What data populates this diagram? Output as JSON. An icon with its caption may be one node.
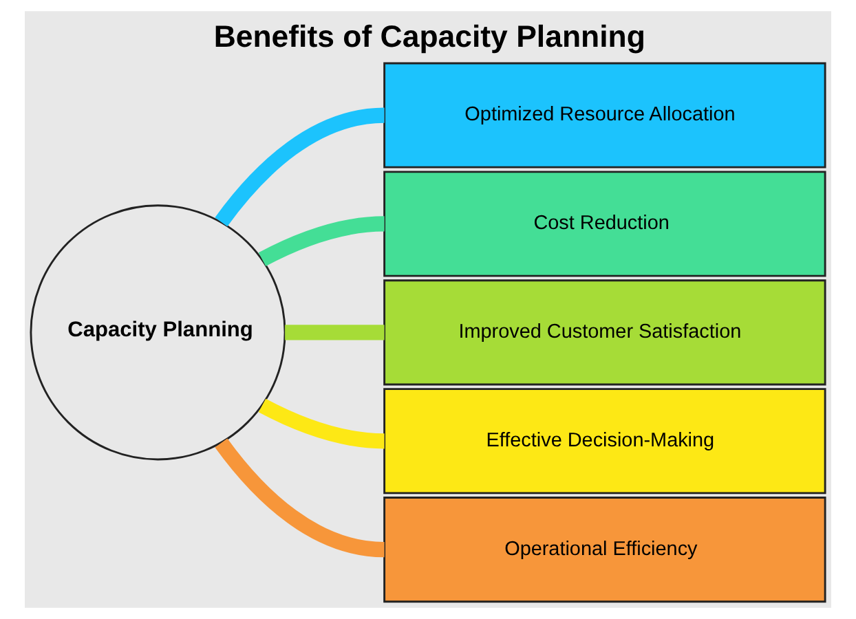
{
  "diagram": {
    "title": "Benefits of Capacity Planning",
    "nodes": [
      {
        "text": [
          "Capacity Planning"
        ]
      },
      {
        "text": [
          "Optimized Resource Allocation"
        ]
      },
      {
        "text": [
          "Cost Reduction"
        ]
      },
      {
        "text": [
          "Improved Customer Satisfaction"
        ]
      },
      {
        "text": [
          "Effective Decision-Making"
        ]
      },
      {
        "text": [
          "Operational Efficiency"
        ]
      }
    ],
    "edges": [
      {
        "from": 0,
        "to": 1,
        "arrow": "none",
        "color": "#1cc3fd"
      },
      {
        "from": 0,
        "to": 2,
        "arrow": "none",
        "color": "#44de96"
      },
      {
        "from": 0,
        "to": 3,
        "arrow": "none",
        "color": "#a6dc37"
      },
      {
        "from": 0,
        "to": 4,
        "arrow": "none",
        "color": "#fde815"
      },
      {
        "from": 0,
        "to": 5,
        "arrow": "none",
        "color": "#f7963a"
      }
    ]
  }
}
